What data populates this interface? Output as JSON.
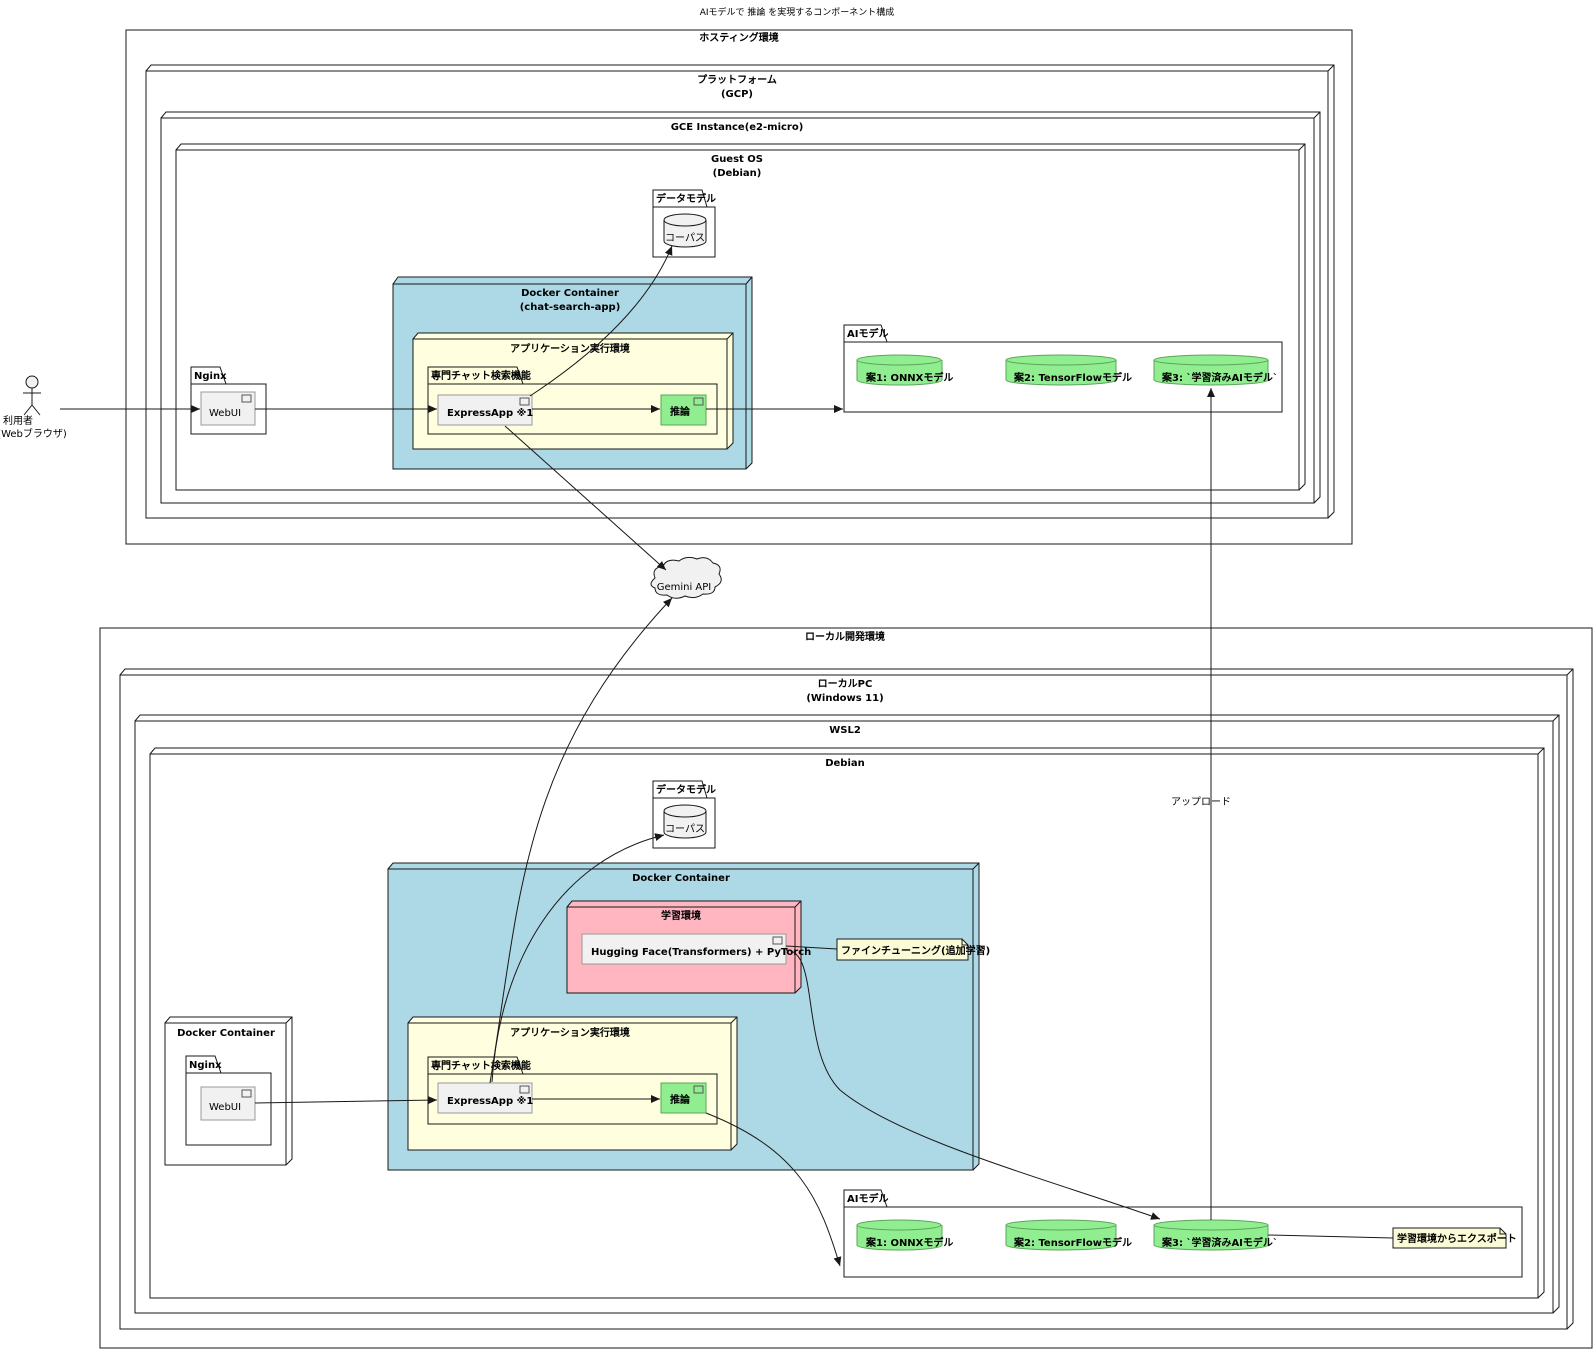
{
  "diagram": {
    "title": "AIモデルで 推論 を実現するコンポーネント構成",
    "user": {
      "line1": "利用者",
      "line2": "(Webブラウザ)"
    },
    "hosting": {
      "label": "ホスティング環境",
      "platform": {
        "line1": "プラットフォーム",
        "line2": "(GCP)"
      },
      "gce": "GCE Instance(e2-micro)",
      "guest": {
        "line1": "Guest OS",
        "line2": "(Debian)"
      },
      "datamodel": "データモデル",
      "corpus": "コーパス",
      "docker": {
        "line1": "Docker Container",
        "line2": "(chat-search-app)"
      },
      "appenv": "アプリケーション実行環境",
      "chatpkg": "専門チャット検索機能",
      "express": "ExpressApp ※1",
      "infer": "推論",
      "nginx": "Nginx",
      "webui": "WebUI",
      "aimodel": "AIモデル",
      "m1": "案1: ONNXモデル",
      "m2": "案2: TensorFlowモデル",
      "m3": "案3: `学習済みAIモデル`"
    },
    "gemini": "Gemini API",
    "local": {
      "label": "ローカル開発環境",
      "pc": {
        "line1": "ローカルPC",
        "line2": "(Windows 11)"
      },
      "wsl": "WSL2",
      "debian": "Debian",
      "datamodel": "データモデル",
      "corpus": "コーパス",
      "docker": "Docker Container",
      "train": "学習環境",
      "hf": "Hugging Face(Transformers) + PyTorch",
      "finetune": "ファインチューニング(追加学習)",
      "appenv": "アプリケーション実行環境",
      "chatpkg": "専門チャット検索機能",
      "express": "ExpressApp ※1",
      "infer": "推論",
      "nginxdocker": "Docker Container",
      "nginx": "Nginx",
      "webui": "WebUI",
      "aimodel": "AIモデル",
      "m1": "案1: ONNXモデル",
      "m2": "案2: TensorFlowモデル",
      "m3": "案3: `学習済みAIモデル`",
      "export": "学習環境からエクスポート"
    },
    "upload": "アップロード",
    "colors": {
      "docker": "#add8e6",
      "appenv": "#ffffe0",
      "train": "#ffb6c1",
      "model": "#90ee90",
      "note": "#fbfbd7",
      "component": "#f1f1f1"
    }
  }
}
